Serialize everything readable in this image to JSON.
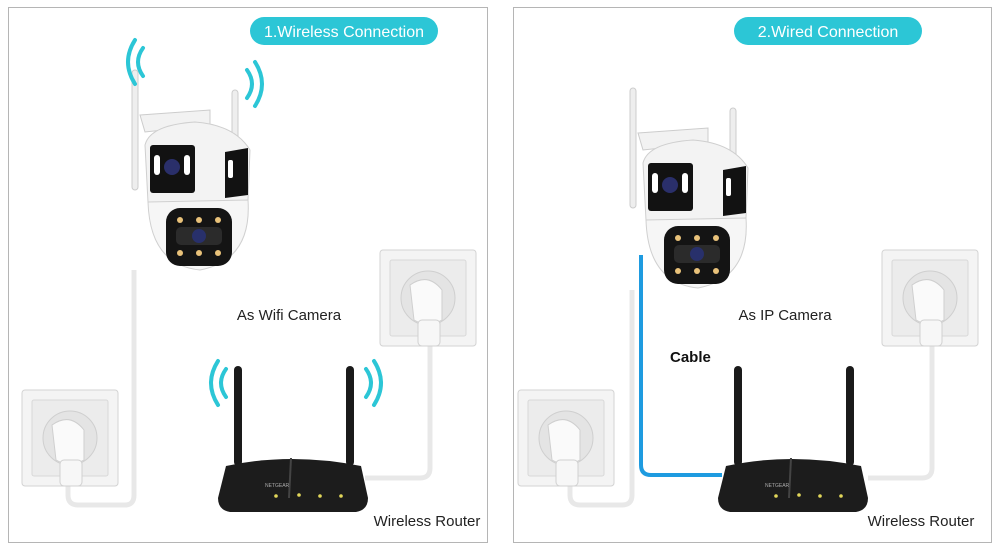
{
  "colors": {
    "accent": "#2cc6d6",
    "cable_blue": "#1e9be0",
    "panel_border": "#b5b5b5",
    "router": "#1c1c1c"
  },
  "panels": [
    {
      "badge": "1.Wireless Connection",
      "camera_label": "As Wifi Camera",
      "router_label": "Wireless Router",
      "router_brand": "NETGEAR"
    },
    {
      "badge": "2.Wired Connection",
      "camera_label": "As IP Camera",
      "cable_label": "Cable",
      "router_label": "Wireless Router",
      "router_brand": "NETGEAR"
    }
  ]
}
